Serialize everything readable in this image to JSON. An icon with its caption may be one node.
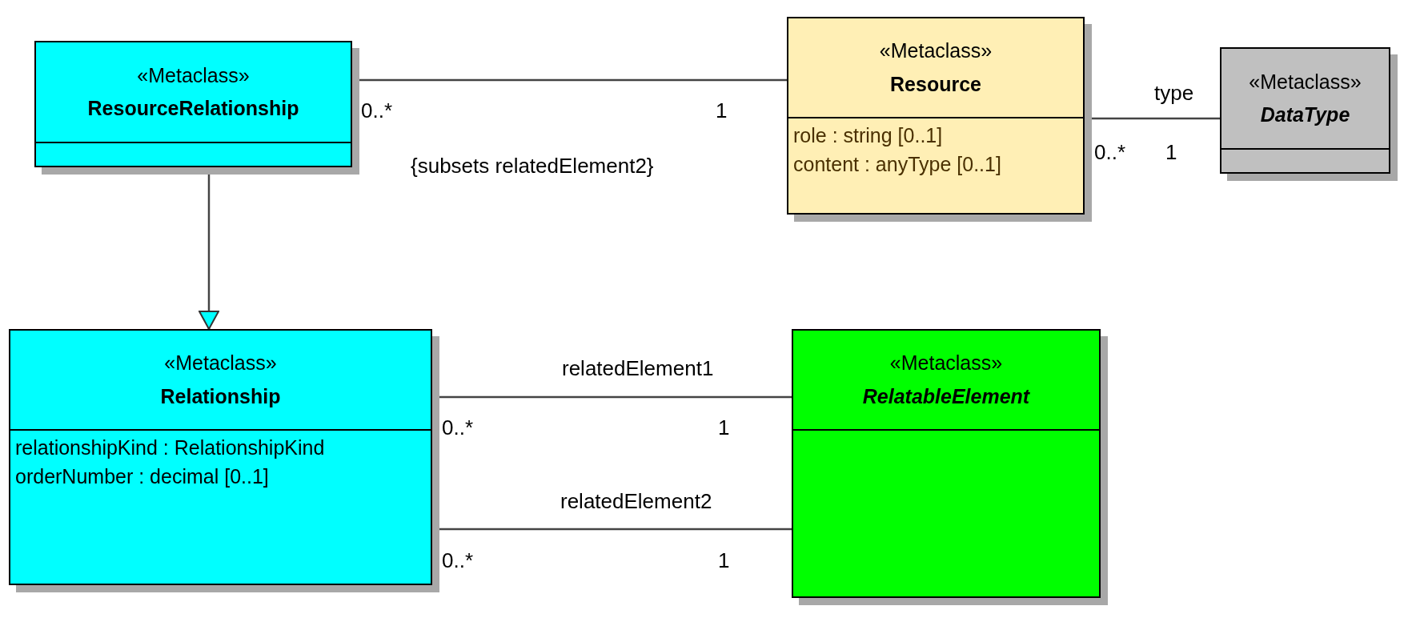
{
  "diagram": {
    "nodes": [
      {
        "text": [
          "«Metaclass»",
          "ResourceRelationship"
        ]
      },
      {
        "text": [
          "«Metaclass»",
          "Resource",
          "role : string [0..1]",
          "content : anyType [0..1]"
        ]
      },
      {
        "text": [
          "«Metaclass»",
          "DataType"
        ]
      },
      {
        "text": [
          "«Metaclass»",
          "Relationship",
          "relationshipKind : RelationshipKind",
          "orderNumber : decimal [0..1]"
        ]
      },
      {
        "text": [
          "«Metaclass»",
          "RelatableElement"
        ]
      }
    ],
    "edges": [
      {
        "from": 0,
        "to": 1,
        "arrow": "none",
        "label": "{subsets relatedElement2}"
      },
      {
        "from": 1,
        "to": 2,
        "arrow": "none",
        "label": "type"
      },
      {
        "from": 0,
        "to": 3,
        "arrow": "to"
      },
      {
        "from": 3,
        "to": 4,
        "arrow": "none",
        "label": "relatedElement1"
      },
      {
        "from": 3,
        "to": 4,
        "arrow": "none",
        "label": "relatedElement2"
      }
    ],
    "labels": [
      "0..*",
      "1",
      "0..*",
      "1",
      "0..*",
      "1",
      "0..*",
      "1"
    ]
  }
}
